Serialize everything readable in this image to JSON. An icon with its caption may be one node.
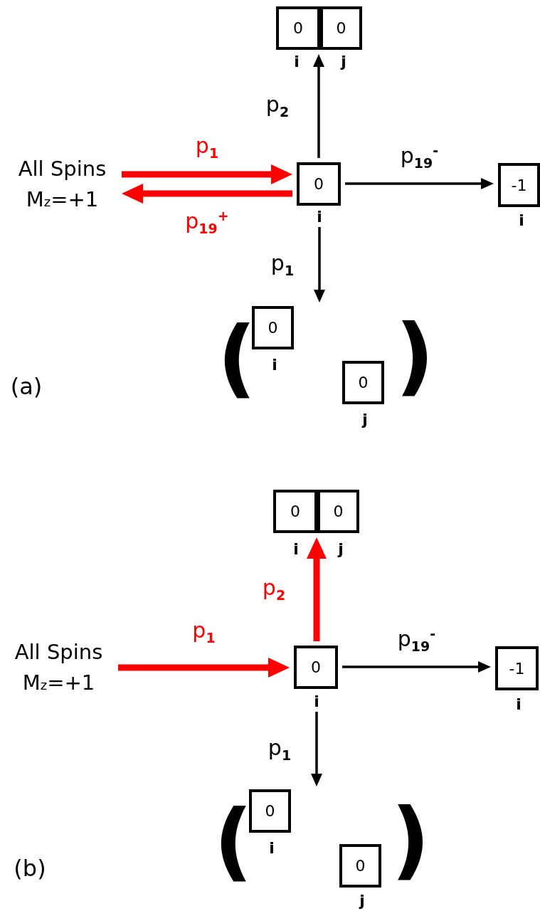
{
  "diagram": {
    "nodes": [
      {
        "text": [
          "0"
        ],
        "beside": [
          "i"
        ]
      },
      {
        "text": [
          "0"
        ],
        "beside": [
          "j"
        ]
      },
      {
        "text": [
          "All Spins M$_{z}$=+1"
        ]
      },
      {
        "text": [
          "0"
        ],
        "beside": [
          "i"
        ]
      },
      {
        "text": [
          "-1"
        ],
        "beside": [
          "i"
        ]
      },
      {
        "text": [
          "0"
        ],
        "beside": [
          "i"
        ]
      },
      {
        "text": [
          "0"
        ],
        "beside": [
          "j"
        ]
      },
      {
        "text": [
          "0"
        ],
        "beside": [
          "i"
        ]
      },
      {
        "text": [
          "0"
        ],
        "beside": [
          "j"
        ]
      },
      {
        "text": [
          "All Spins M$_{z}$=+1"
        ]
      },
      {
        "text": [
          "0"
        ],
        "beside": [
          "i"
        ]
      },
      {
        "text": [
          "-1"
        ],
        "beside": [
          "i"
        ]
      },
      {
        "text": [
          "0"
        ],
        "beside": [
          "i"
        ]
      },
      {
        "text": [
          "0"
        ],
        "beside": [
          "j"
        ]
      }
    ],
    "edges": [
      {
        "from": 2,
        "to": 3,
        "arrow": "to",
        "label": "p$_{1}$",
        "style": "thick",
        "color": "#ff0000"
      },
      {
        "from": 3,
        "to": 2,
        "arrow": "to",
        "label": "p$_{19}$$^{+}$",
        "style": "thick",
        "color": "#ff0000"
      },
      {
        "from": 3,
        "to": 0,
        "arrow": "to",
        "label": "p$_{2}$"
      },
      {
        "from": 3,
        "to": 4,
        "arrow": "to",
        "label": "p$_{19}$$^{-}$"
      },
      {
        "from": 3,
        "to": null,
        "arrow": "to",
        "label": "p$_{1}$"
      },
      {
        "from": 9,
        "to": 10,
        "arrow": "to",
        "label": "p$_{1}$",
        "style": "thick",
        "color": "#ff0000"
      },
      {
        "from": 10,
        "to": 7,
        "arrow": "to",
        "label": "p$_{2}$",
        "style": "thick",
        "color": "#ff0000"
      },
      {
        "from": 10,
        "to": 11,
        "arrow": "to",
        "label": "p$_{19}$$^{-}$"
      },
      {
        "from": 10,
        "to": null,
        "arrow": "to",
        "label": "p$_{1}$"
      }
    ],
    "labels": [
      "(",
      ")",
      "(a)",
      "(",
      ")",
      "(b)"
    ]
  }
}
